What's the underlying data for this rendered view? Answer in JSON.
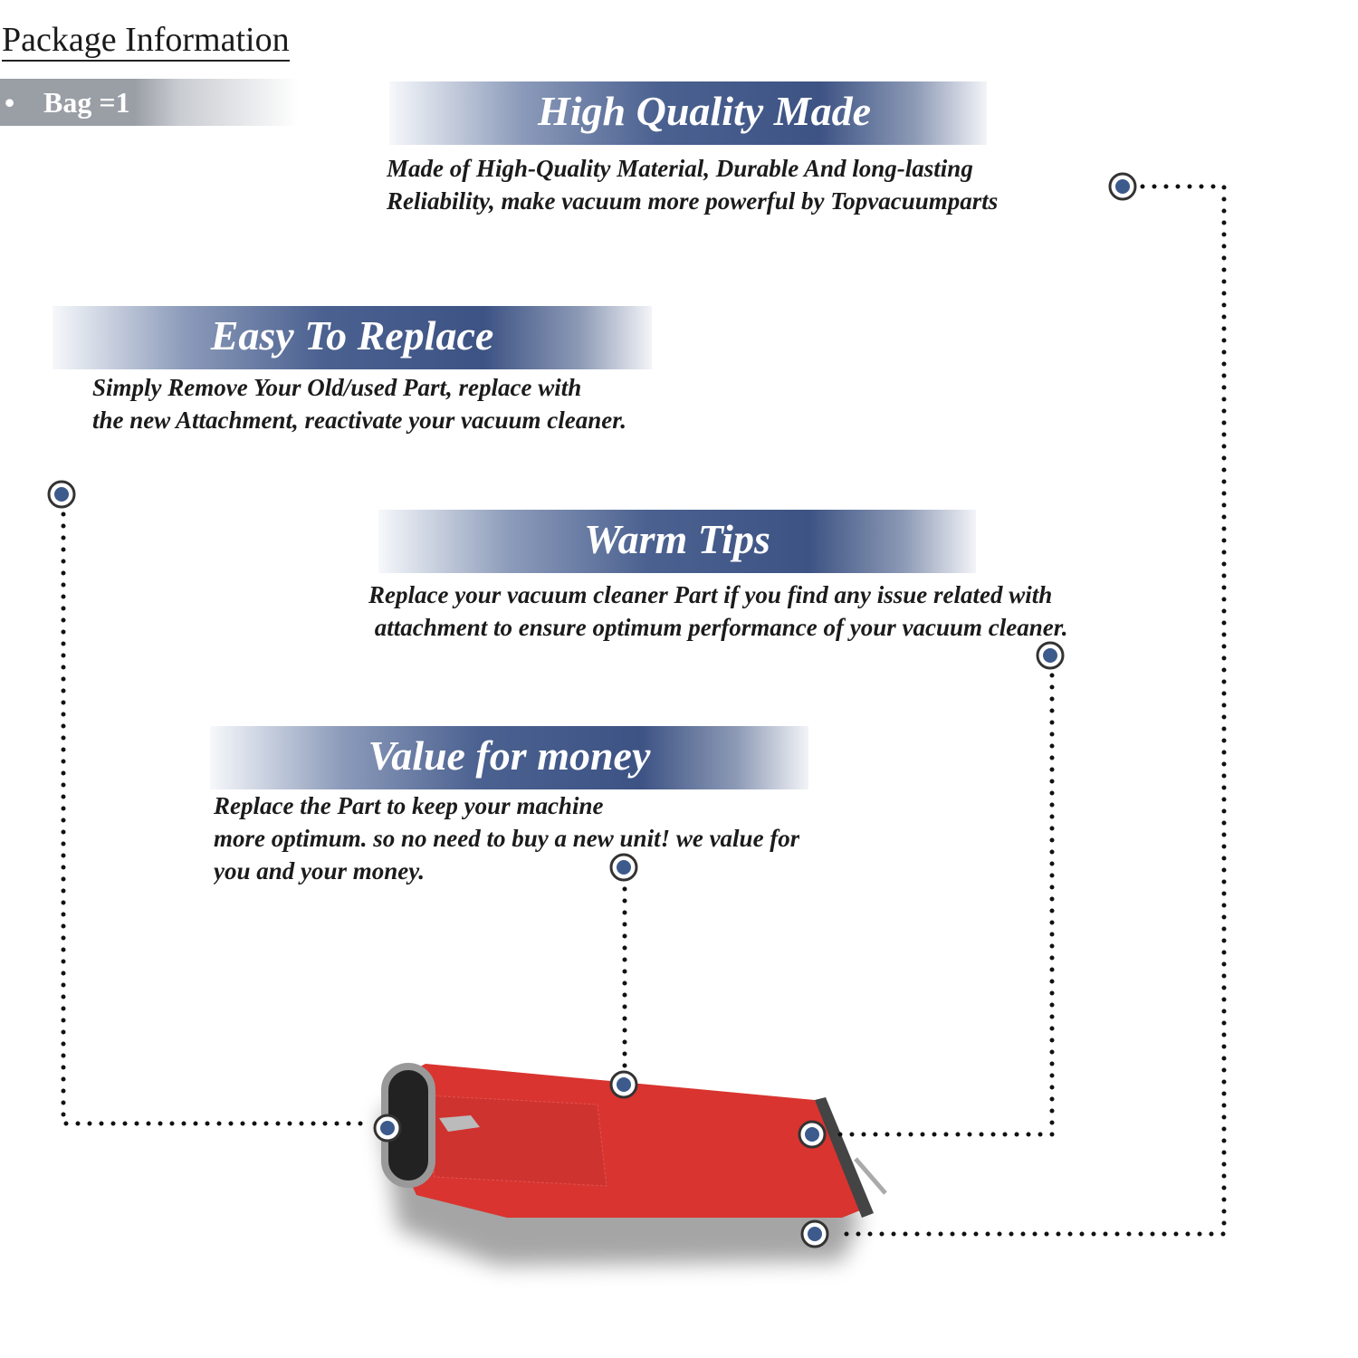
{
  "package": {
    "title": "Package Information",
    "bullet": "•",
    "item": "Bag =1"
  },
  "features": [
    {
      "title": "High Quality Made",
      "lines": [
        "Made of  High-Quality Material, Durable And long-lasting",
        "Reliability, make vacuum more powerful by Topvacuumparts"
      ]
    },
    {
      "title": "Easy To Replace",
      "lines": [
        "Simply Remove Your Old/used Part, replace with",
        "the new Attachment, reactivate your vacuum cleaner."
      ]
    },
    {
      "title": "Warm Tips",
      "lines": [
        "Replace your vacuum cleaner Part if you find any issue related with",
        " attachment to ensure optimum performance of your vacuum cleaner."
      ]
    },
    {
      "title": "Value for money",
      "lines": [
        "Replace the Part to keep your machine",
        "more optimum. so no need to buy a new unit! we value for",
        "you and your money."
      ]
    }
  ],
  "colors": {
    "banner": "#3d5384",
    "marker": "#3d5a8c",
    "bag": "#d9342f"
  }
}
